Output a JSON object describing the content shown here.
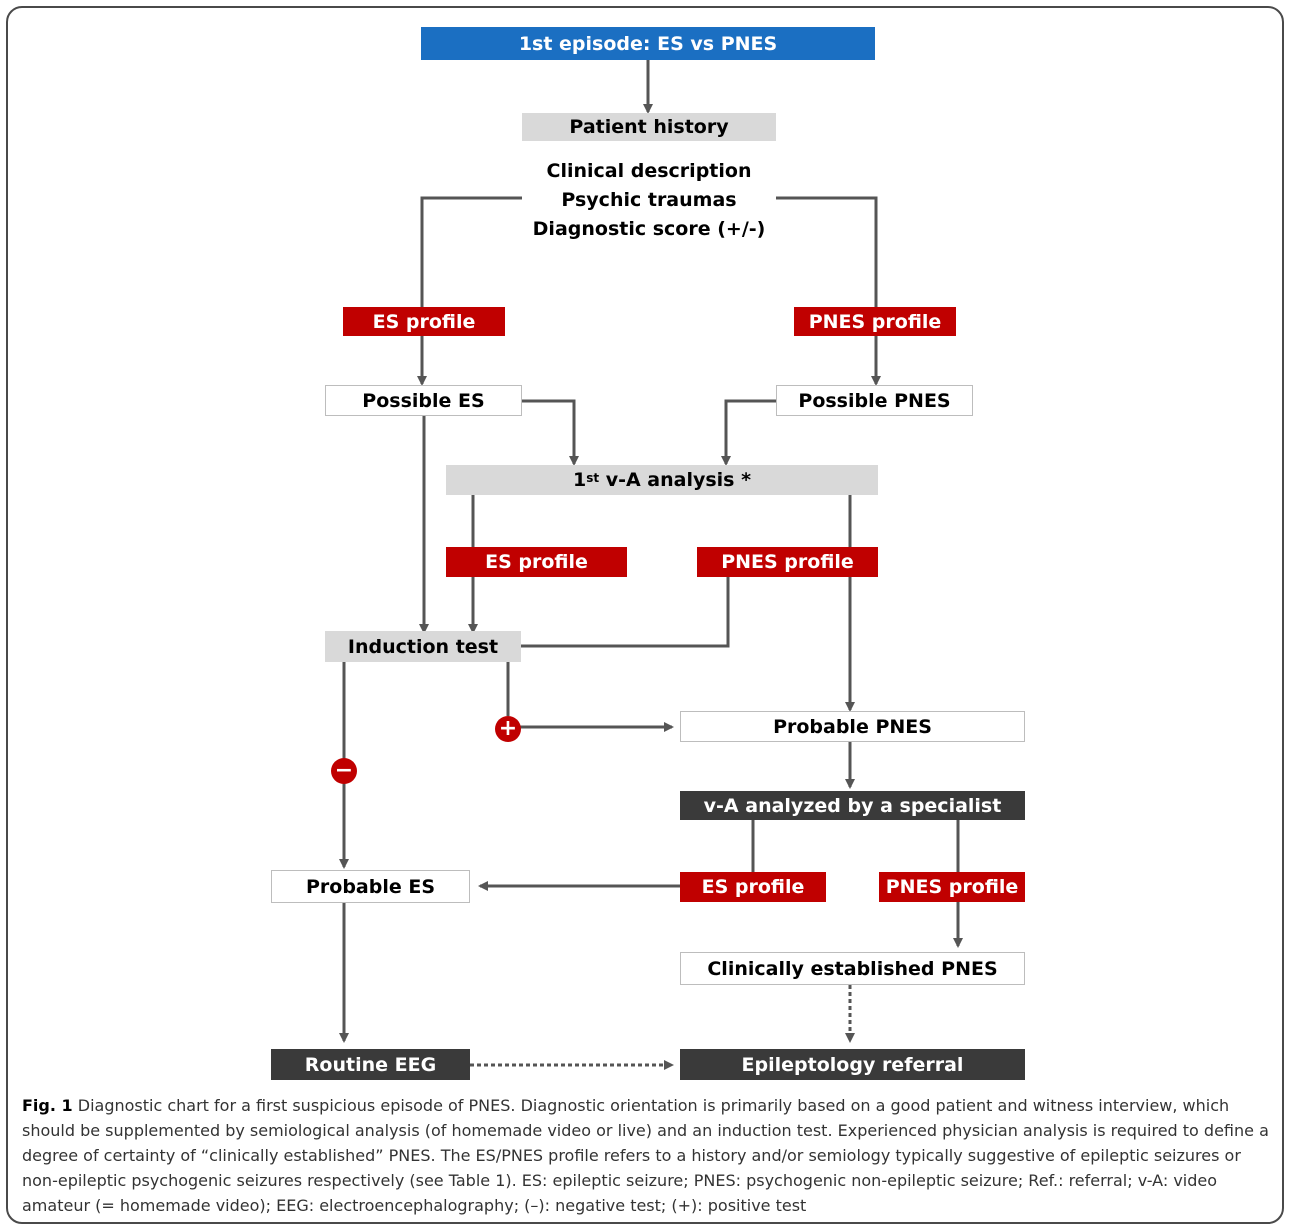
{
  "nodes": {
    "first_episode": "1st episode: ES vs PNES",
    "patient_history": "Patient history",
    "history_items": [
      "Clinical description",
      "Psychic traumas",
      "Diagnostic score (+/-)"
    ],
    "es_profile": "ES profile",
    "pnes_profile": "PNES profile",
    "possible_es": "Possible ES",
    "possible_pnes": "Possible PNES",
    "va_analysis_prefix": "1",
    "va_analysis_sup": "st",
    "va_analysis_suffix": " v-A analysis *",
    "induction_test": "Induction test",
    "probable_pnes": "Probable PNES",
    "va_specialist": "v-A analyzed by a specialist",
    "probable_es": "Probable ES",
    "clinically_established": "Clinically established PNES",
    "routine_eeg": "Routine EEG",
    "epileptology_referral": "Epileptology referral",
    "plus_sign": "+",
    "minus_sign": "−"
  },
  "caption": {
    "label": "Fig. 1",
    "text": " Diagnostic chart for a first suspicious episode of PNES. Diagnostic orientation is primarily based on a good patient and witness interview, which should be supplemented by semiological analysis (of homemade video or live) and an induction test. Experienced physician analysis is required to define a degree of certainty of “clinically established” PNES. The ES/PNES profile refers to a history and/or semiology typically suggestive of epileptic seizures or non-epileptic psychogenic seizures respectively (see Table 1). ES: epileptic seizure; PNES: psychogenic non-epileptic seizure; Ref.: referral; v-A: video amateur (= homemade video); EEG: electroencephalography; (–): negative test; (+): positive test"
  },
  "colors": {
    "blue": "#1b6fc2",
    "red": "#c00000",
    "dark": "#3a3a3a",
    "gray": "#d9d9d9",
    "line": "#555555"
  }
}
